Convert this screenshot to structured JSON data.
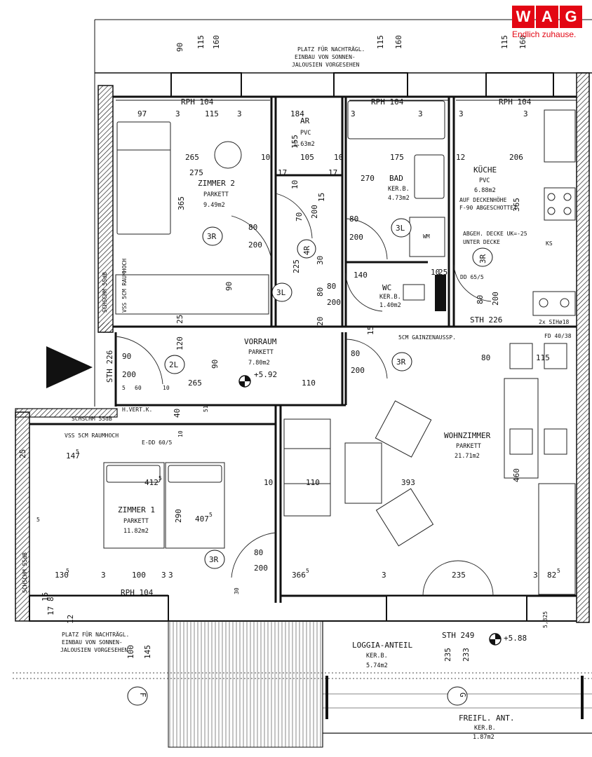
{
  "logo": {
    "letters": [
      "W",
      "A",
      "G"
    ],
    "slogan": "Endlich zuhause.",
    "color": "#e30613"
  },
  "rooms": {
    "zimmer2": {
      "name": "ZIMMER 2",
      "floor": "PARKETT",
      "area": "9.49m2"
    },
    "ar": {
      "name": "AR",
      "floor": "PVC",
      "area": "1.63m2"
    },
    "bad": {
      "name": "BAD",
      "floor": "KER.B.",
      "area": "4.73m2"
    },
    "kueche": {
      "name": "KÜCHE",
      "floor": "PVC",
      "area": "6.88m2",
      "note1": "AUF DECKENHÖHE",
      "note2": "F-90 ABGESCHOTTET"
    },
    "wc": {
      "name": "WC",
      "floor": "KER.B.",
      "area": "1.40m2"
    },
    "vorraum": {
      "name": "VORRAUM",
      "floor": "PARKETT",
      "area": "7.80m2",
      "level": "+5.92"
    },
    "wohnzimmer": {
      "name": "WOHNZIMMER",
      "floor": "PARKETT",
      "area": "21.71m2"
    },
    "zimmer1": {
      "name": "ZIMMER 1",
      "floor": "PARKETT",
      "area": "11.82m2"
    },
    "loggia": {
      "name": "LOGGIA-ANTEIL",
      "floor": "KER.B.",
      "area": "5.74m2",
      "level": "+5.88",
      "sth": "STH 249"
    },
    "freifl": {
      "name": "FREIFL. ANT.",
      "floor": "KER.B.",
      "area": "1.87m2"
    }
  },
  "notes": {
    "top1": "PLATZ FÜR NACHTRÄGL.",
    "top2": "EINBAU VON SONNEN-",
    "top3": "JALOUSIEN VORGESEHEN",
    "bot1": "PLATZ FÜR NACHTRÄGL.",
    "bot2": "EINBAU VON SONNEN-",
    "bot3": "JALOUSIEN VORGESEHEN",
    "vss_top": "VSS 5CM RAUMHOCH",
    "vss_left": "VSS 5CM RAUMHOCH",
    "schschm_top": "SCHSCHM 55dB",
    "schschm_left": "SCHSCHM 55dB",
    "gainzen": "5CM GAINZENAUSSP.",
    "abgeh1": "ABGEH. DECKE UK=-25",
    "abgeh2": "UNTER DECKE",
    "hvert": "H.VERT.K.",
    "edd": "E-DD 60/5",
    "dd": "DD 65/5",
    "sthi": "2x SIHø18",
    "fd": "FD 40/38",
    "ks": "KS",
    "wm": "WM",
    "sth226a": "STH 226",
    "sth226b": "STH 226"
  },
  "rph": [
    "RPH 104",
    "RPH 104",
    "RPH 104",
    "RPH 104"
  ],
  "doors": {
    "d3r_z2": "3R",
    "d4r": "4R",
    "d3l_bad": "3L",
    "d3r_kue": "3R",
    "d3l_wc": "3L",
    "d2l": "2L",
    "d3r_wz": "3R",
    "d3r_z1": "3R"
  },
  "axes": [
    "F",
    "G"
  ],
  "dims": {
    "top_90": "90",
    "top_115a": "115",
    "top_160a": "160",
    "top_115b": "115",
    "top_160b": "160",
    "top_115c": "115",
    "top_160c": "160",
    "z2_97": "97",
    "z2_3a": "3",
    "z2_115": "115",
    "z2_3b": "3",
    "z2_265": "265",
    "z2_275": "275",
    "z2_10": "10",
    "z2_365": "365",
    "z2_90": "90",
    "z2_25": "25",
    "ar_184": "184",
    "ar_155": "155",
    "ar_105": "105",
    "ar_10": "10",
    "bad_3a": "3",
    "bad_3b": "3",
    "bad_175": "175",
    "bad_270": "270",
    "kue_12": "12",
    "kue_206": "206",
    "kue_3a": "3",
    "kue_3b": "3",
    "kue_365": "365",
    "d80a": "80",
    "d200a": "200",
    "d80b": "80",
    "d200b": "200",
    "d70": "70",
    "d200c": "200",
    "d15": "15",
    "d10a": "10",
    "d17a": "17",
    "d17b": "17",
    "d140": "140",
    "d80c": "80",
    "d200d": "200",
    "d225": "225",
    "d80d": "80",
    "d200e": "200",
    "d30": "30",
    "d20": "20",
    "d10b": "10",
    "wc_10": "10",
    "wc_25": "25",
    "wc_80": "80",
    "wc_200": "200",
    "v120": "120",
    "v90": "90",
    "v200": "200",
    "v90b": "90",
    "v15": "15",
    "v265": "265",
    "v110": "110",
    "v80": "80",
    "v200b": "200",
    "v5": "5",
    "v60": "60",
    "v10": "10",
    "v40": "40",
    "v51": "51",
    "v10b": "10",
    "wz_80": "80",
    "wz_115": "115",
    "wz_460": "460",
    "wz_393": "393",
    "wz_110": "110",
    "wz_10": "10",
    "wz_235": "235",
    "wz_3": "3",
    "wz_825": "82",
    "wz_825s": "5",
    "z1_1475": "147",
    "z1_1475s": "5",
    "z1_4125": "412",
    "z1_4125s": "5",
    "z1_290": "290",
    "z1_4075": "407",
    "z1_4075s": "5",
    "z1_25": "25",
    "z1_5": "5",
    "z1_80": "80",
    "z1_200": "200",
    "z1_1305": "130",
    "z1_1305s": "5",
    "z1_3a": "3",
    "z1_100": "100",
    "z1_3b": "3",
    "z1_3665": "366",
    "z1_3665s": "5",
    "z1_3c": "3",
    "z1_30": "30",
    "b_17": "17",
    "b_12": "12",
    "b_15": "15",
    "b_8": "8",
    "b_100": "100",
    "b_145": "145",
    "b_235": "235",
    "b_233": "233",
    "b_5325": "5,325"
  }
}
